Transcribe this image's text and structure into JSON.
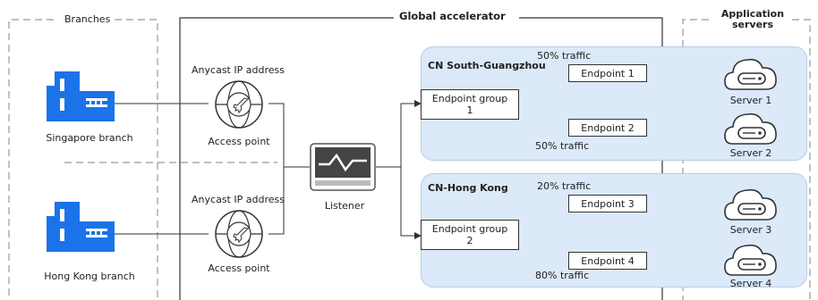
{
  "branches": {
    "title": "Branches",
    "singapore_label": "Singapore branch",
    "hongkong_label": "Hong Kong branch"
  },
  "global_accelerator": {
    "title": "Global accelerator",
    "access_points": [
      {
        "ip_label": "Anycast IP address",
        "label": "Access point"
      },
      {
        "ip_label": "Anycast IP address",
        "label": "Access point"
      }
    ],
    "listener_label": "Listener"
  },
  "app_servers": {
    "title_line1": "Application",
    "title_line2": "servers"
  },
  "regions": [
    {
      "name": "CN South-Guangzhou",
      "group_line1": "Endpoint group",
      "group_line2": "1",
      "endpoints": [
        {
          "label": "Endpoint 1",
          "traffic": "50% traffic"
        },
        {
          "label": "Endpoint 2",
          "traffic": "50% traffic"
        }
      ]
    },
    {
      "name": "CN-Hong Kong",
      "group_line1": "Endpoint group",
      "group_line2": "2",
      "endpoints": [
        {
          "label": "Endpoint 3",
          "traffic": "20% traffic"
        },
        {
          "label": "Endpoint 4",
          "traffic": "80% traffic"
        }
      ]
    }
  ],
  "servers": [
    "Server 1",
    "Server 2",
    "Server 3",
    "Server 4"
  ],
  "colors": {
    "building": "#1a73e8",
    "region_fill": "#dbe9f8",
    "line": "#333333",
    "dashed": "#999999"
  }
}
